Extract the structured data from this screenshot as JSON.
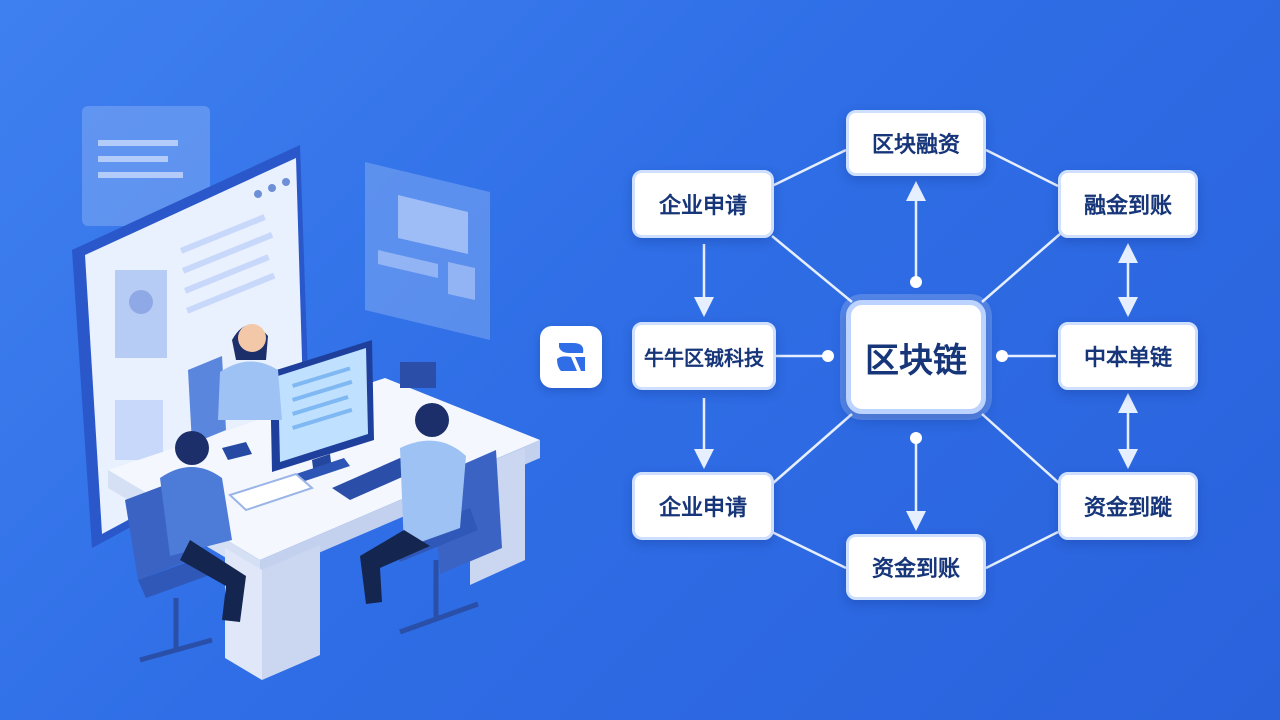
{
  "diagram": {
    "center": "区块链",
    "left_top": "企业申请",
    "left_middle": "牛牛区铖科技",
    "left_bottom": "企业申请",
    "top": "区块融资",
    "bottom": "资金到账",
    "right_top": "融金到账",
    "right_middle": "中本单链",
    "right_bottom": "资金到蹝"
  },
  "icons": {
    "logo": "company-logo-icon"
  },
  "colors": {
    "background": "#2f6ee6",
    "node_border": "#cfe0ff",
    "node_text": "#17367a",
    "connector": "#e6efff"
  }
}
